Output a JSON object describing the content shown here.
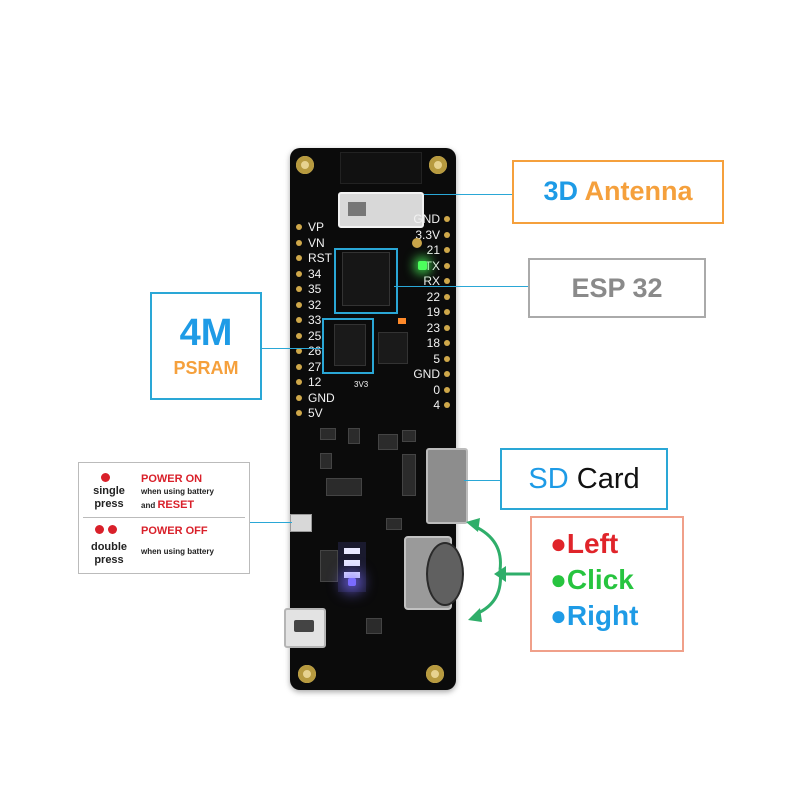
{
  "board": {
    "left_pins": [
      "VP",
      "VN",
      "RST",
      "34",
      "35",
      "32",
      "33",
      "25",
      "26",
      "27",
      "12",
      "GND",
      "5V"
    ],
    "right_pins": [
      "GND",
      "3.3V",
      "21",
      "TX",
      "RX",
      "22",
      "19",
      "23",
      "18",
      "5",
      "GND",
      "0",
      "4"
    ],
    "silkscreen_3v3": "3V3"
  },
  "callouts": {
    "antenna": {
      "part1": "3D",
      "part2": "Antenna"
    },
    "esp32": {
      "label": "ESP 32"
    },
    "psram": {
      "size": "4M",
      "name": "PSRAM"
    },
    "sdcard": {
      "part1": "SD",
      "part2": "Card"
    },
    "wheel": {
      "left": "Left",
      "click": "Click",
      "right": "Right"
    },
    "buttons": {
      "single": {
        "label_line1": "single",
        "label_line2": "press",
        "action1": "POWER ON",
        "note1": "when using battery",
        "note2_prefix": "and",
        "action2": "RESET"
      },
      "double": {
        "label_line1": "double",
        "label_line2": "press",
        "action": "POWER OFF",
        "note": "when using battery"
      }
    }
  },
  "colors": {
    "antenna_border": "#f5a03c",
    "blue_text": "#1e9be6",
    "orange_text": "#f5a03c",
    "teal_box": "#2aa7d6",
    "gray_box": "#aaaaaa",
    "green_arrow": "#2fae6a",
    "wheel_left": "#e0242a",
    "wheel_click": "#27c43f",
    "wheel_right": "#1e9be6",
    "power_red": "#d9202a"
  }
}
